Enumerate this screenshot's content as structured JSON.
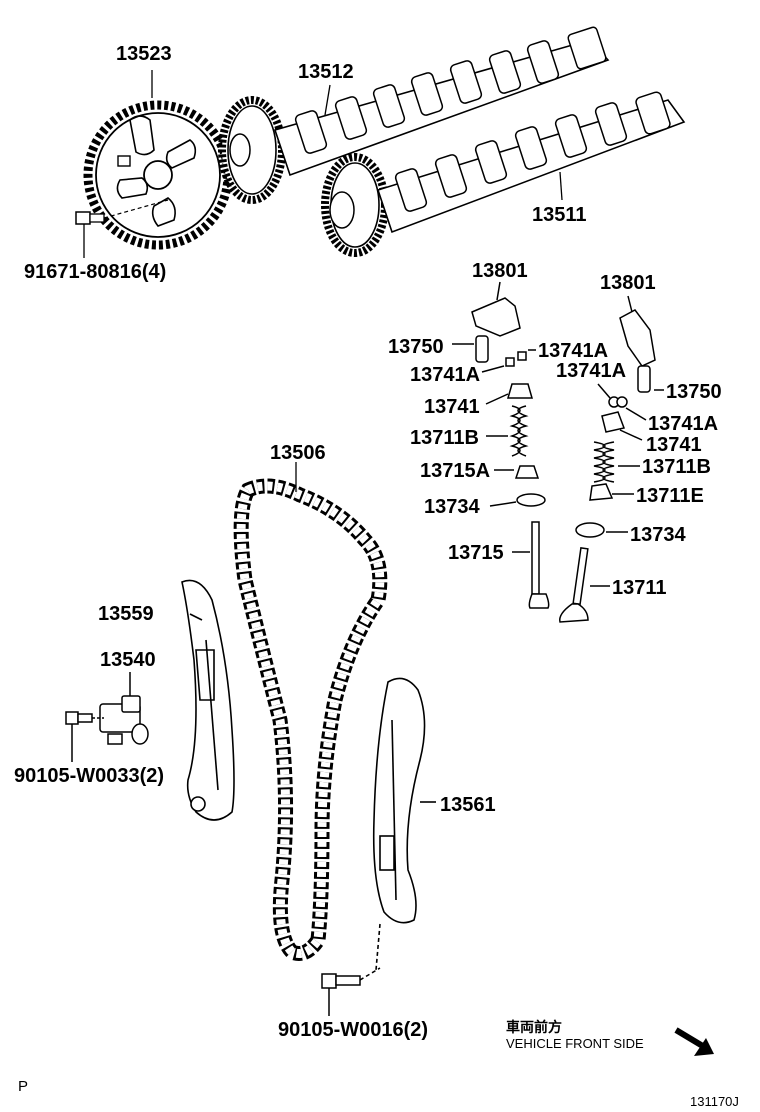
{
  "parts": {
    "p13523": "13523",
    "p13512": "13512",
    "p13511": "13511",
    "p91671": "91671-80816(4)",
    "p13801a": "13801",
    "p13801b": "13801",
    "p13750a": "13750",
    "p13750b": "13750",
    "p13741A_1": "13741A",
    "p13741A_2": "13741A",
    "p13741A_3": "13741A",
    "p13741A_4": "13741A",
    "p13741a": "13741",
    "p13741b": "13741",
    "p13711B_a": "13711B",
    "p13711B_b": "13711B",
    "p13715A": "13715A",
    "p13711E": "13711E",
    "p13734a": "13734",
    "p13734b": "13734",
    "p13715": "13715",
    "p13711": "13711",
    "p13506": "13506",
    "p13559": "13559",
    "p13540": "13540",
    "p90105a": "90105-W0033(2)",
    "p13561": "13561",
    "p90105b": "90105-W0016(2)"
  },
  "notes": {
    "jp_direction": "車両前方",
    "en_direction": "VEHICLE FRONT SIDE",
    "corner_letter": "P",
    "diagram_code": "131170J"
  }
}
